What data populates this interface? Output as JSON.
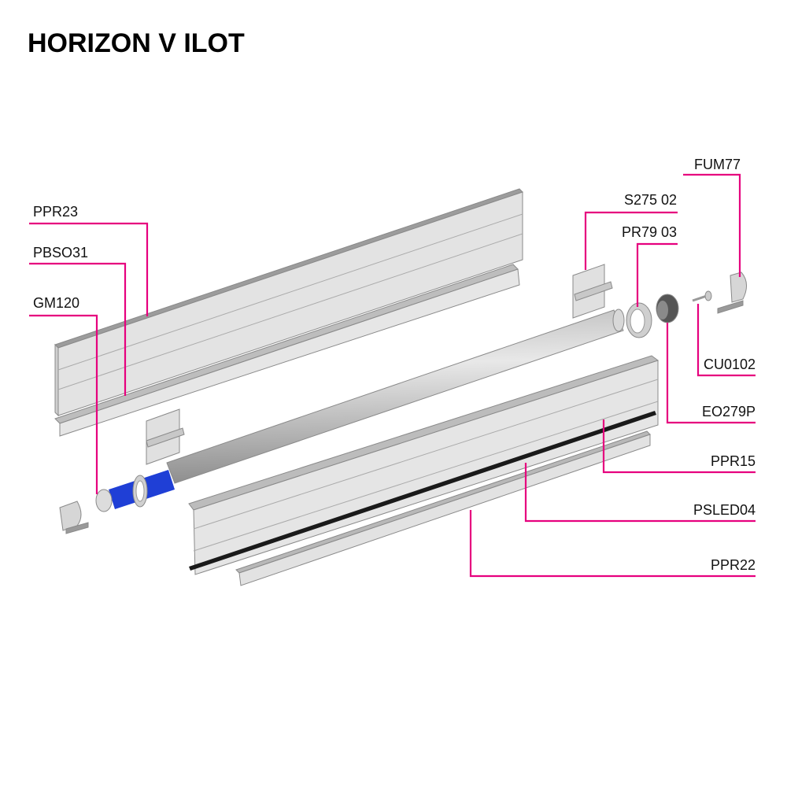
{
  "title": "HORIZON V ILOT",
  "leader_color": "#e6007e",
  "motor_color": "#1f3fd6",
  "labels": {
    "ppr23": "PPR23",
    "pbso31": "PBSO31",
    "gm120": "GM120",
    "s27502": "S275 02",
    "pr7903": "PR79 03",
    "fum77": "FUM77",
    "cu0102": "CU0102",
    "eo279p": "EO279P",
    "ppr15": "PPR15",
    "psled04": "PSLED04",
    "ppr22": "PPR22"
  }
}
